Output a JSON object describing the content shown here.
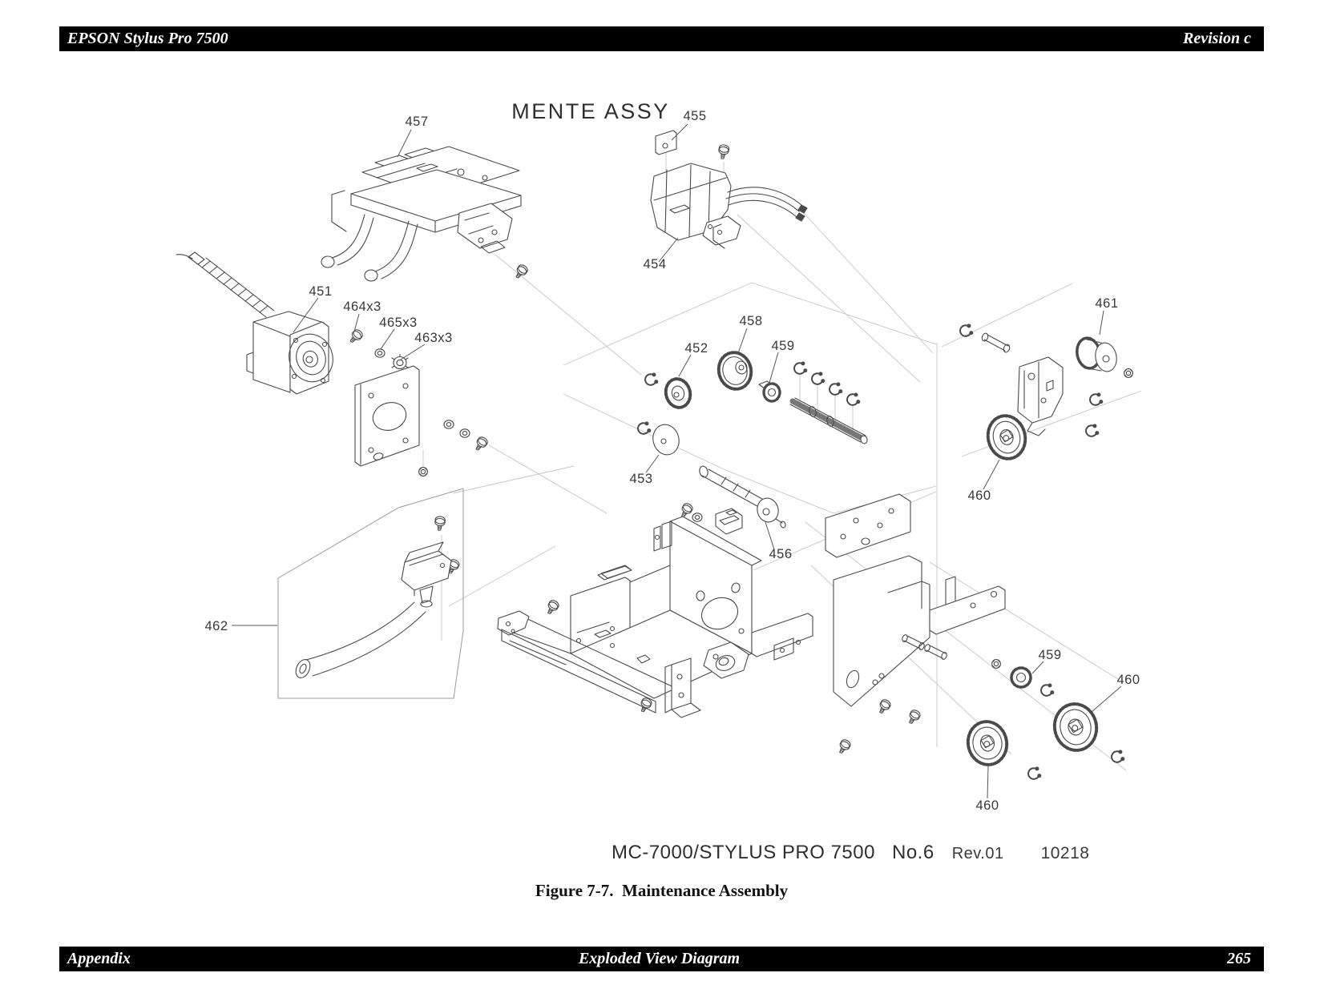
{
  "page": {
    "header": {
      "title": "EPSON Stylus Pro 7500",
      "revision": "Revision c"
    },
    "figure_caption": "Figure 7-7.  Maintenance Assembly",
    "footer": {
      "section": "Appendix",
      "center": "Exploded View Diagram",
      "page_number": "265"
    }
  },
  "diagram": {
    "title": "MENTE ASSY",
    "code_line": {
      "model": "MC-7000/STYLUS PRO 7500",
      "sheet": "No.6",
      "revision": "Rev.01",
      "number": "10218"
    },
    "labels": [
      {
        "text": "457"
      },
      {
        "text": "455"
      },
      {
        "text": "454"
      },
      {
        "text": "451"
      },
      {
        "text": "464x3"
      },
      {
        "text": "465x3"
      },
      {
        "text": "463x3"
      },
      {
        "text": "458"
      },
      {
        "text": "452"
      },
      {
        "text": "459"
      },
      {
        "text": "461"
      },
      {
        "text": "453"
      },
      {
        "text": "460"
      },
      {
        "text": "456"
      },
      {
        "text": "462"
      },
      {
        "text": "459"
      },
      {
        "text": "460"
      },
      {
        "text": "460"
      }
    ]
  },
  "colors": {
    "page_background": "#ffffff",
    "band_background": "#000000",
    "band_text": "#ffffff",
    "diagram_line": "#4a4a4a",
    "ghost_line": "#c6c6c6",
    "label_text": "#383838"
  }
}
